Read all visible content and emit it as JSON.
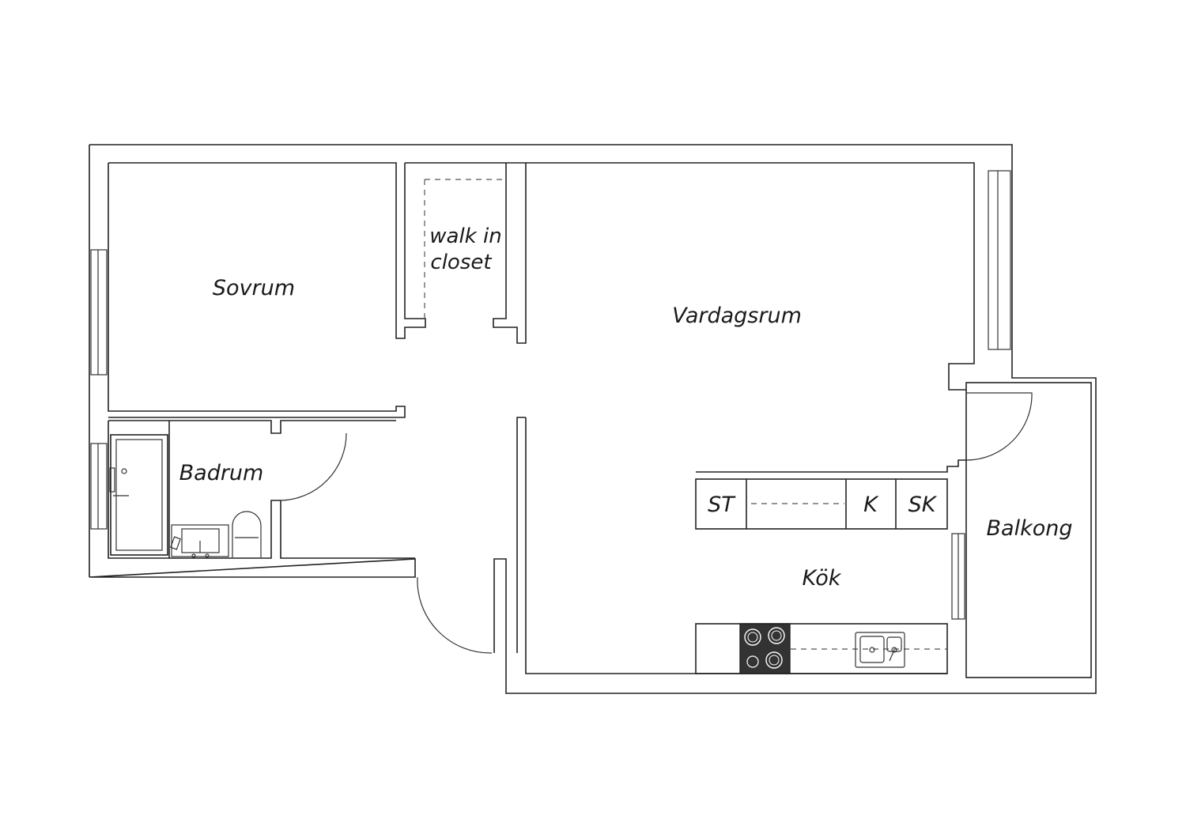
{
  "rooms": {
    "sovrum": "Sovrum",
    "walk_in_line1": "walk in",
    "walk_in_line2": "closet",
    "vardagsrum": "Vardagsrum",
    "badrum": "Badrum",
    "kok": "Kök",
    "balkong": "Balkong"
  },
  "kitchen_units": {
    "st": "ST",
    "k": "K",
    "sk": "SK"
  },
  "icons": [
    "shower-icon",
    "washbasin-icon",
    "toilet-icon",
    "stove-icon",
    "sink-icon",
    "door-swing-icon",
    "window-icon"
  ],
  "colors": {
    "lines": "#222222",
    "stove": "#333333",
    "background": "#ffffff"
  }
}
